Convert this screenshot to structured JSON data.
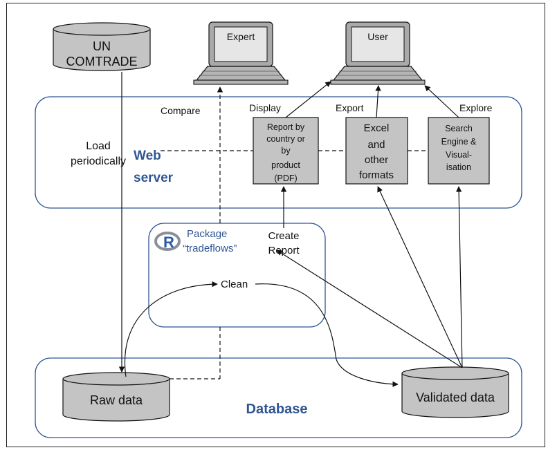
{
  "sources": {
    "un_comtrade": [
      "UN",
      "COMTRADE"
    ]
  },
  "clients": {
    "expert": "Expert",
    "user": "User"
  },
  "web_server": {
    "title": [
      "Web",
      "server"
    ],
    "load_label": [
      "Load",
      "periodically"
    ],
    "compare_label": "Compare",
    "display_label": "Display",
    "export_label": "Export",
    "explore_label": "Explore",
    "report_box": [
      "Report by",
      "country or",
      "by",
      "product",
      "(PDF)"
    ],
    "excel_box": [
      "Excel",
      "and",
      "other",
      "formats"
    ],
    "search_box": [
      "Search",
      "Engine &",
      "Visual-",
      "isation"
    ]
  },
  "package": {
    "title": [
      "Package",
      "“tradeflows”"
    ],
    "logo": "R",
    "create_report": [
      "Create",
      "Report"
    ],
    "clean_label": "Clean"
  },
  "database": {
    "title": "Database",
    "raw_data": "Raw data",
    "validated_data": "Validated data"
  },
  "colors": {
    "container_border": "#2f5593",
    "title_blue": "#2f5593",
    "box_fill": "#c4c4c4",
    "laptop_body": "#b5b5b5"
  }
}
